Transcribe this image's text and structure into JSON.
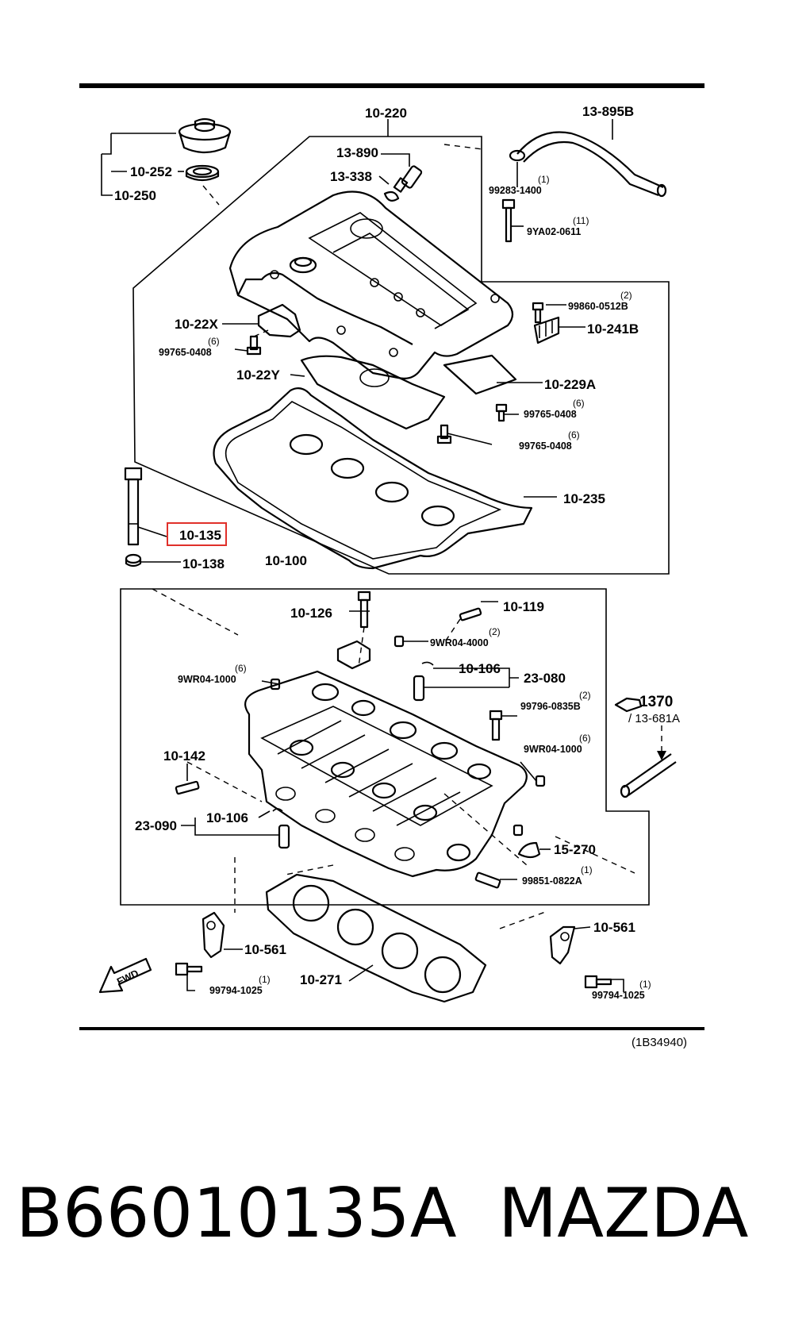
{
  "labels": {
    "p10_220": "10-220",
    "p13_895b": "13-895B",
    "p13_890": "13-890",
    "p13_338": "13-338",
    "p10_252": "10-252",
    "p10_250": "10-250",
    "p99283": "99283-1400",
    "q99283": "(1)",
    "p9ya02": "9YA02-0611",
    "q9ya02": "(11)",
    "p99860": "99860-0512B",
    "q99860": "(2)",
    "p10_22x": "10-22X",
    "p10_241b": "10-241B",
    "p99765_a": "99765-0408",
    "q99765_a": "(6)",
    "p10_22y": "10-22Y",
    "p10_229a": "10-229A",
    "p99765_b": "99765-0408",
    "q99765_b": "(6)",
    "p99765_c": "99765-0408",
    "q99765_c": "(6)",
    "p10_235": "10-235",
    "p10_135": "10-135",
    "p10_138": "10-138",
    "p10_100": "10-100",
    "p10_126": "10-126",
    "p10_119": "10-119",
    "p9wr04_4000": "9WR04-4000",
    "q9wr04_4000": "(2)",
    "p9wr04_1000_a": "9WR04-1000",
    "q9wr04_1000_a": "(6)",
    "p10_106_a": "10-106",
    "p23_080": "23-080",
    "p99796": "99796-0835B",
    "q99796": "(2)",
    "p1370": "1370",
    "p13_681a": "/ 13-681A",
    "p10_142": "10-142",
    "p9wr04_1000_b": "9WR04-1000",
    "q9wr04_1000_b": "(6)",
    "p23_090": "23-090",
    "p10_106_b": "10-106",
    "p15_270": "15-270",
    "p99851": "99851-0822A",
    "q99851": "(1)",
    "p10_561_a": "10-561",
    "p10_561_b": "10-561",
    "p99794_a": "99794-1025",
    "q99794_a": "(1)",
    "p99794_b": "99794-1025",
    "q99794_b": "(1)",
    "p10_271": "10-271",
    "fwd": "FWD",
    "drawing_ref": "(1B34940)"
  },
  "caption": {
    "part_number": "B66010135A",
    "brand": "MAZDA"
  },
  "highlight": {
    "target": "10-135",
    "color": "#e0302a"
  }
}
